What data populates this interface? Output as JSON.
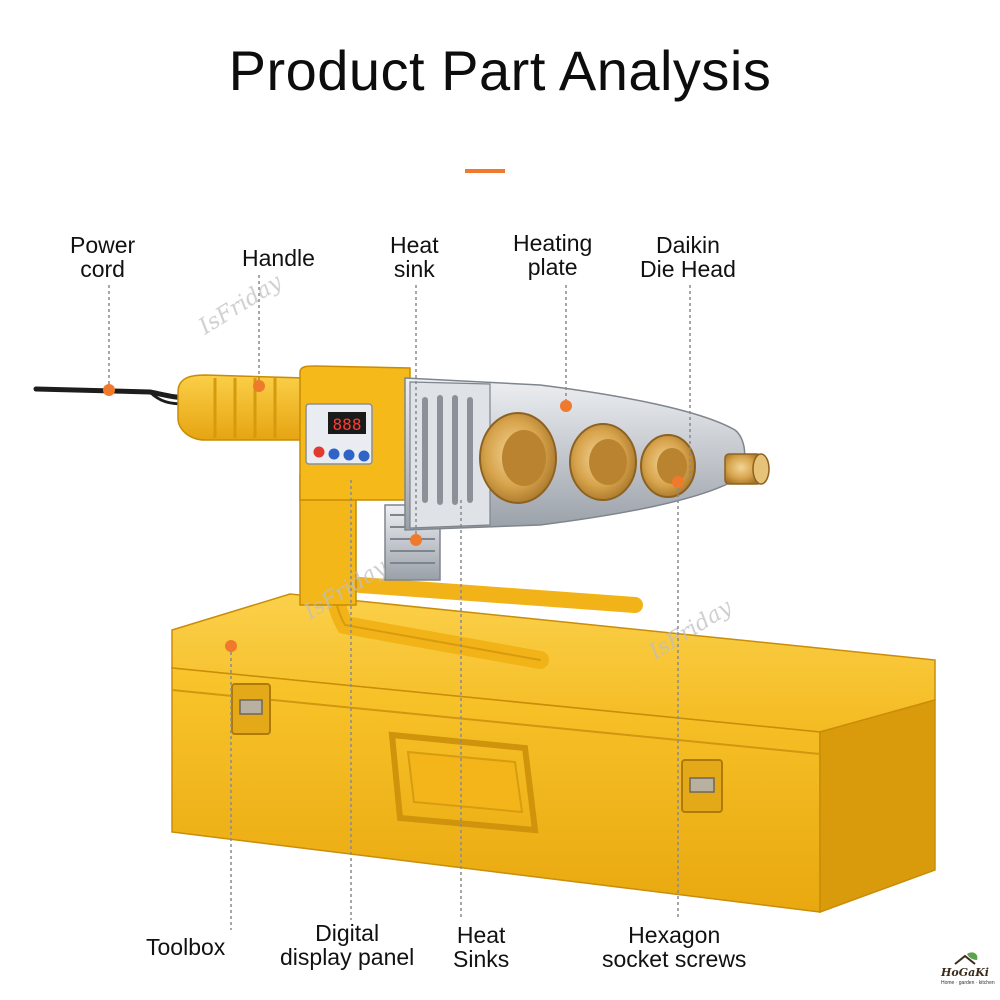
{
  "title": "Product Part Analysis",
  "colors": {
    "accent": "#ef7a2c",
    "body_yellow": "#f6b91a",
    "box_yellow": "#f7be1f",
    "metal": "#c9ccd1",
    "brass": "#d7a14a"
  },
  "labels": {
    "power_cord": [
      "Power",
      "cord"
    ],
    "handle": [
      "Handle"
    ],
    "heat_sink_top": [
      "Heat",
      "sink"
    ],
    "heating_plate": [
      "Heating",
      "plate"
    ],
    "die_head": [
      "Daikin",
      "Die Head"
    ],
    "toolbox": [
      "Toolbox"
    ],
    "digital_panel": [
      "Digital",
      "display panel"
    ],
    "heat_sinks_bottom": [
      "Heat",
      "Sinks"
    ],
    "hex_screws": [
      "Hexagon",
      "socket screws"
    ]
  },
  "watermark": "IsFriday",
  "display_readout": "888",
  "logo": {
    "name": "HoGaKi",
    "tagline": "Home · garden · kitchen"
  }
}
